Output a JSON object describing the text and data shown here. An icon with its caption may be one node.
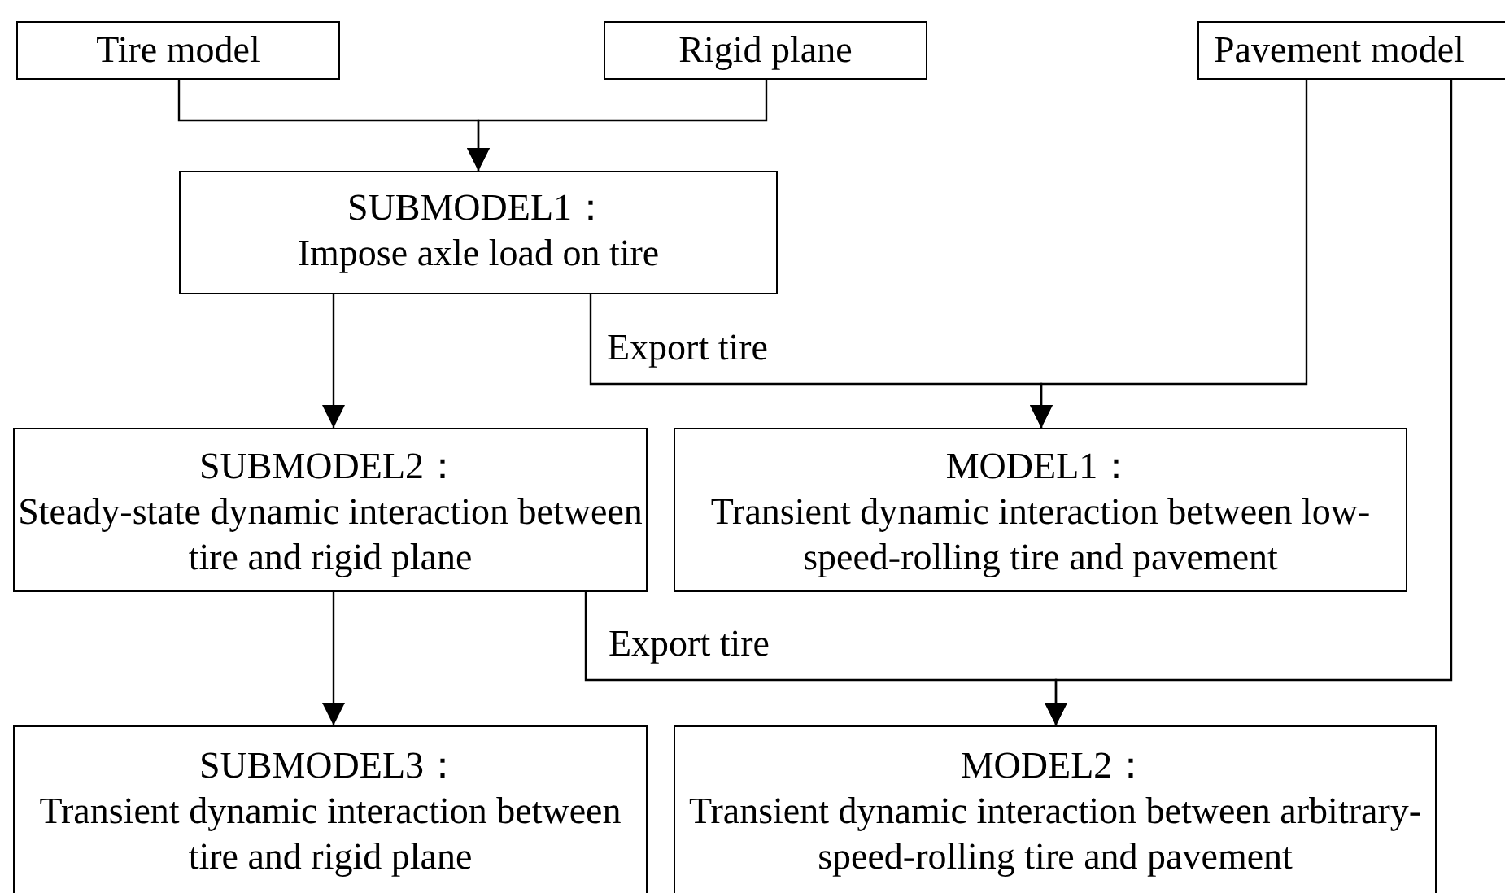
{
  "diagram": {
    "nodes": [
      {
        "text": [
          "Tire model"
        ]
      },
      {
        "text": [
          "Rigid plane"
        ]
      },
      {
        "text": [
          "Pavement model"
        ]
      },
      {
        "text": [
          "SUBMODEL1：",
          "Impose axle load on tire"
        ]
      },
      {
        "text": [
          "SUBMODEL2：",
          "Steady-state dynamic interaction between tire and rigid plane"
        ]
      },
      {
        "text": [
          "MODEL1：",
          "Transient dynamic interaction between low-speed-rolling tire and pavement"
        ]
      },
      {
        "text": [
          "SUBMODEL3：",
          "Transient dynamic interaction between tire and rigid plane"
        ]
      },
      {
        "text": [
          "MODEL2：",
          "Transient dynamic interaction between arbitrary-speed-rolling tire and pavement"
        ]
      }
    ],
    "edges": [
      {
        "from": 0,
        "to": 3,
        "arrow": "to"
      },
      {
        "from": 1,
        "to": 3,
        "arrow": "to"
      },
      {
        "from": 3,
        "to": 4,
        "arrow": "to"
      },
      {
        "from": 3,
        "to": 5,
        "arrow": "to",
        "label": "Export tire"
      },
      {
        "from": 2,
        "to": 5,
        "arrow": "to"
      },
      {
        "from": 4,
        "to": 6,
        "arrow": "to"
      },
      {
        "from": 4,
        "to": 7,
        "arrow": "to",
        "label": "Export tire"
      },
      {
        "from": 2,
        "to": 7,
        "arrow": "to"
      }
    ]
  }
}
